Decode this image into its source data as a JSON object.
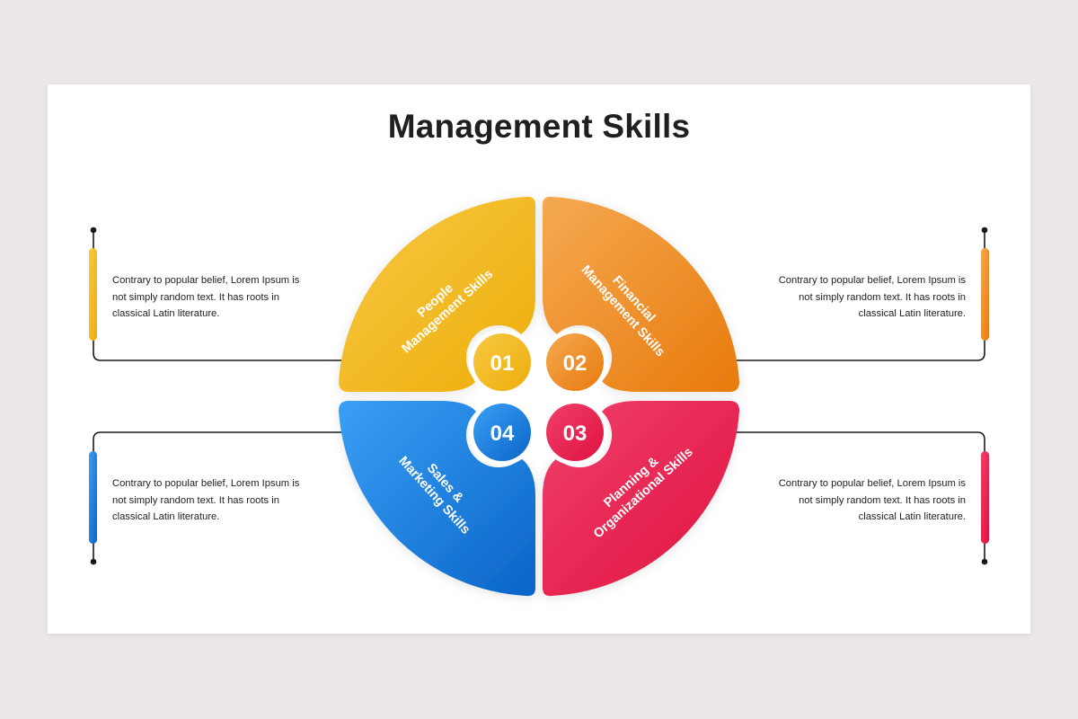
{
  "title": "Management Skills",
  "colors": {
    "yellow": "#f2b81c",
    "orange": "#ec8a1e",
    "red": "#e5194c",
    "blue": "#1b7ee0",
    "line": "#1a1a1a",
    "background": "#ece8e7",
    "slide": "#ffffff"
  },
  "segments": [
    {
      "number": "01",
      "line1": "People",
      "line2": "Management Skills",
      "color": "yellow",
      "position": "top-left"
    },
    {
      "number": "02",
      "line1": "Financial",
      "line2": "Management Skills",
      "color": "orange",
      "position": "top-right"
    },
    {
      "number": "03",
      "line1": "Planning &",
      "line2": "Organizational Skills",
      "color": "red",
      "position": "bottom-right"
    },
    {
      "number": "04",
      "line1": "Sales &",
      "line2": "Marketing Skills",
      "color": "blue",
      "position": "bottom-left"
    }
  ],
  "callouts": [
    {
      "position": "top-left",
      "text_lines": [
        "Contrary to popular belief, Lorem Ipsum is",
        "not simply random text. It has roots in",
        "classical Latin literature."
      ]
    },
    {
      "position": "top-right",
      "text_lines": [
        "Contrary to popular belief, Lorem Ipsum is",
        "not simply random text. It has roots in",
        "classical Latin literature."
      ]
    },
    {
      "position": "bottom-left",
      "text_lines": [
        "Contrary to popular belief, Lorem Ipsum is",
        "not simply random text. It has roots in",
        "classical Latin literature."
      ]
    },
    {
      "position": "bottom-right",
      "text_lines": [
        "Contrary to popular belief, Lorem Ipsum is",
        "not simply random text. It has roots in",
        "classical Latin literature."
      ]
    }
  ]
}
